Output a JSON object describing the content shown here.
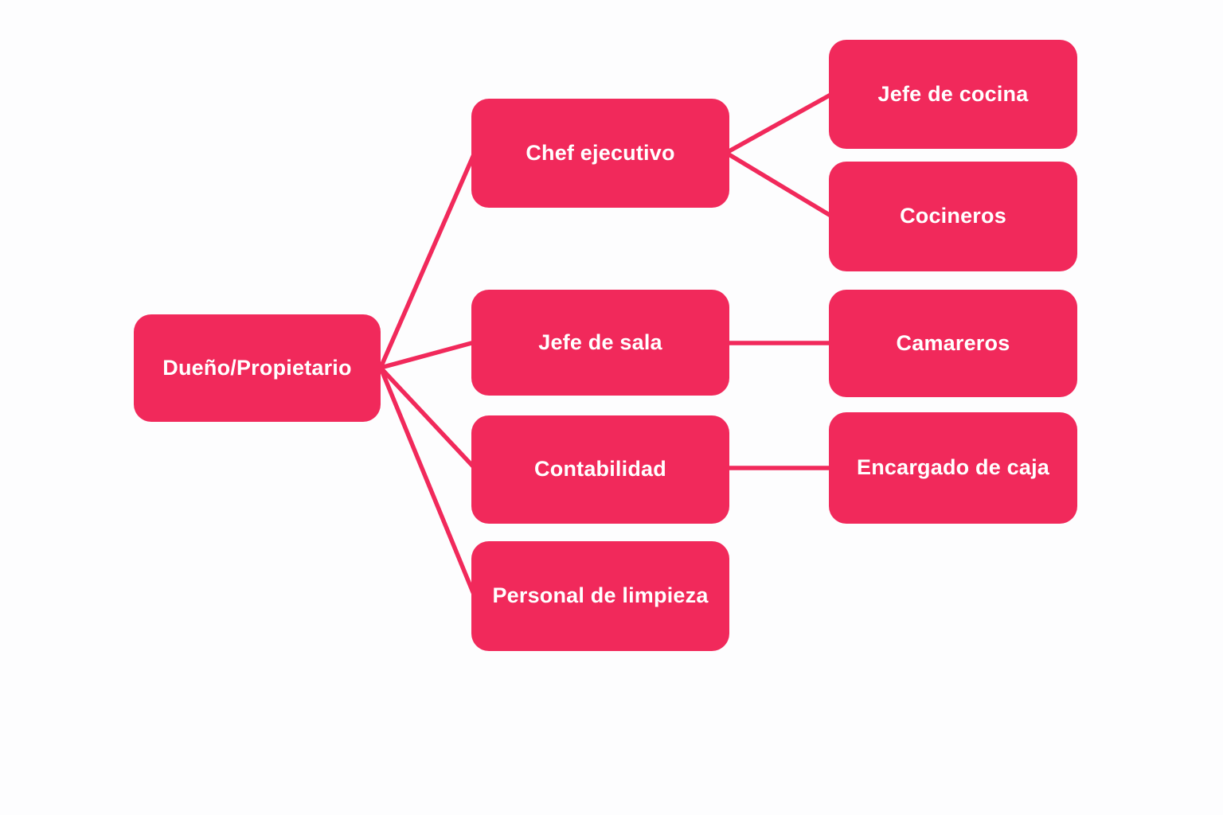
{
  "colors": {
    "accent": "#f1295b",
    "background": "#fdfdfe",
    "text": "#ffffff"
  },
  "diagram": {
    "type": "org-chart",
    "nodes": [
      {
        "id": "root",
        "label": "Dueño/Propietario"
      },
      {
        "id": "chef",
        "label": "Chef ejecutivo"
      },
      {
        "id": "jefe-cocina",
        "label": "Jefe de cocina"
      },
      {
        "id": "cocineros",
        "label": "Cocineros"
      },
      {
        "id": "jefe-sala",
        "label": "Jefe de sala"
      },
      {
        "id": "camareros",
        "label": "Camareros"
      },
      {
        "id": "contabilidad",
        "label": "Contabilidad"
      },
      {
        "id": "encargado-caja",
        "label": "Encargado de caja"
      },
      {
        "id": "limpieza",
        "label": "Personal de limpieza"
      }
    ],
    "edges": [
      {
        "from": "root",
        "to": "chef"
      },
      {
        "from": "root",
        "to": "jefe-sala"
      },
      {
        "from": "root",
        "to": "contabilidad"
      },
      {
        "from": "root",
        "to": "limpieza"
      },
      {
        "from": "chef",
        "to": "jefe-cocina"
      },
      {
        "from": "chef",
        "to": "cocineros"
      },
      {
        "from": "jefe-sala",
        "to": "camareros"
      },
      {
        "from": "contabilidad",
        "to": "encargado-caja"
      }
    ]
  }
}
